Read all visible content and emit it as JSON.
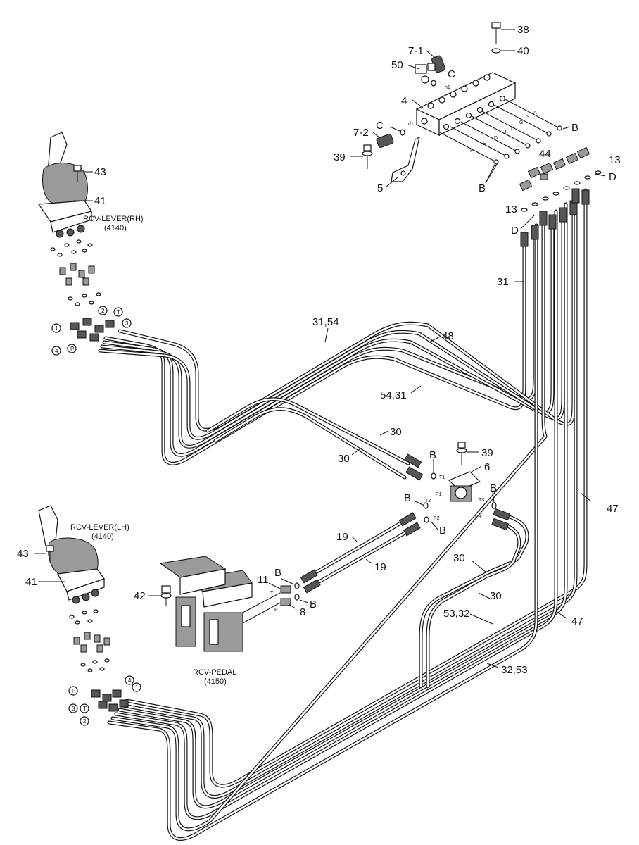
{
  "callouts": {
    "p38": "38",
    "p40": "40",
    "p7_1": "7-1",
    "p50": "50",
    "pC1": "C",
    "pH1": "h1",
    "p4": "4",
    "pD1": "d1",
    "pC2": "C",
    "p7_2": "7-2",
    "p39a": "39",
    "p5": "5",
    "pB1": "B",
    "pB2": "B",
    "p44": "44",
    "p13a": "13",
    "p13b": "13",
    "pD2": "D",
    "pD3": "D",
    "p43a": "43",
    "p41a": "41",
    "p31": "31",
    "p31_54": "31,54",
    "p48": "48",
    "p54_31": "54,31",
    "p30a": "30",
    "p30b": "30",
    "p39b": "39",
    "p6": "6",
    "pB3": "B",
    "pB4": "B",
    "pB5": "B",
    "pB6": "B",
    "p47a": "47",
    "p43b": "43",
    "p41b": "41",
    "p19a": "19",
    "p19b": "19",
    "p42": "42",
    "p11": "11",
    "pB7": "B",
    "pB8": "B",
    "p8": "8",
    "p30c": "30",
    "p30d": "30",
    "p53_32": "53,32",
    "p47b": "47",
    "p32_53": "32,53"
  },
  "manifold_ports": {
    "a": "A",
    "s": "S",
    "g": "G",
    "h": "H",
    "j": "J",
    "d": "D",
    "e": "E",
    "f": "F"
  },
  "valve_ports": {
    "t1": "T1",
    "p1": "P1",
    "t2": "T2",
    "p2": "P2",
    "t3": "T3",
    "p3": "P3"
  },
  "pedal_ports": {
    "t": "T",
    "p": "P"
  },
  "lever_rh": {
    "name": "RCV-LEVER(RH)",
    "code": "(4140)",
    "ports": {
      "one": "1",
      "two": "2",
      "three": "3",
      "four": "4",
      "t": "T",
      "p": "P"
    }
  },
  "lever_lh": {
    "name": "RCV-LEVER(LH)",
    "code": "(4140)",
    "ports": {
      "one": "1",
      "two": "2",
      "three": "3",
      "four": "4",
      "t": "T",
      "p": "P"
    }
  },
  "pedal": {
    "name": "RCV-PEDAL",
    "code": "(4150)"
  }
}
